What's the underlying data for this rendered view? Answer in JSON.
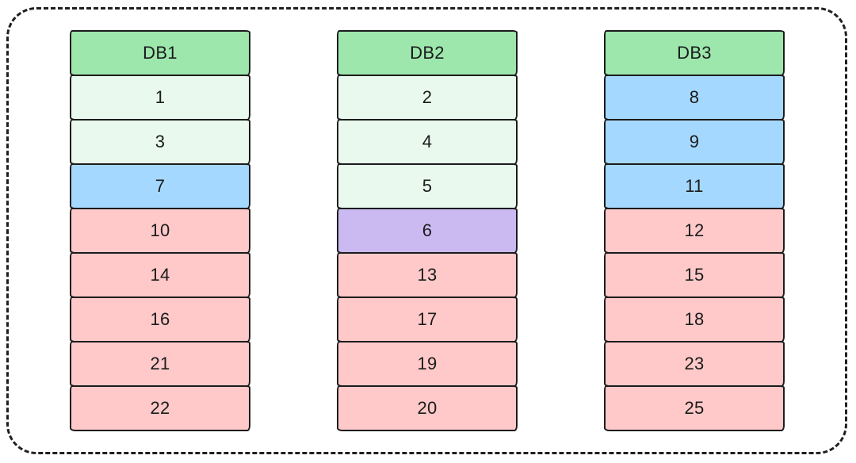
{
  "diagram": {
    "description": "Three database partitions with numbered records",
    "colors": {
      "header": "#9de7ad",
      "light_green": "#e9f9ee",
      "blue": "#a5d8ff",
      "pink": "#ffc9c9",
      "purple": "#cbbaf2",
      "border": "#1c1c1c",
      "frame_dash": "#1f1f1f"
    },
    "columns": [
      {
        "title": "DB1",
        "cells": [
          {
            "value": "1",
            "color": "light_green"
          },
          {
            "value": "3",
            "color": "light_green"
          },
          {
            "value": "7",
            "color": "blue"
          },
          {
            "value": "10",
            "color": "pink"
          },
          {
            "value": "14",
            "color": "pink"
          },
          {
            "value": "16",
            "color": "pink"
          },
          {
            "value": "21",
            "color": "pink"
          },
          {
            "value": "22",
            "color": "pink"
          }
        ]
      },
      {
        "title": "DB2",
        "cells": [
          {
            "value": "2",
            "color": "light_green"
          },
          {
            "value": "4",
            "color": "light_green"
          },
          {
            "value": "5",
            "color": "light_green"
          },
          {
            "value": "6",
            "color": "purple"
          },
          {
            "value": "13",
            "color": "pink"
          },
          {
            "value": "17",
            "color": "pink"
          },
          {
            "value": "19",
            "color": "pink"
          },
          {
            "value": "20",
            "color": "pink"
          }
        ]
      },
      {
        "title": "DB3",
        "cells": [
          {
            "value": "8",
            "color": "blue"
          },
          {
            "value": "9",
            "color": "blue"
          },
          {
            "value": "11",
            "color": "blue"
          },
          {
            "value": "12",
            "color": "pink"
          },
          {
            "value": "15",
            "color": "pink"
          },
          {
            "value": "18",
            "color": "pink"
          },
          {
            "value": "23",
            "color": "pink"
          },
          {
            "value": "25",
            "color": "pink"
          }
        ]
      }
    ]
  }
}
